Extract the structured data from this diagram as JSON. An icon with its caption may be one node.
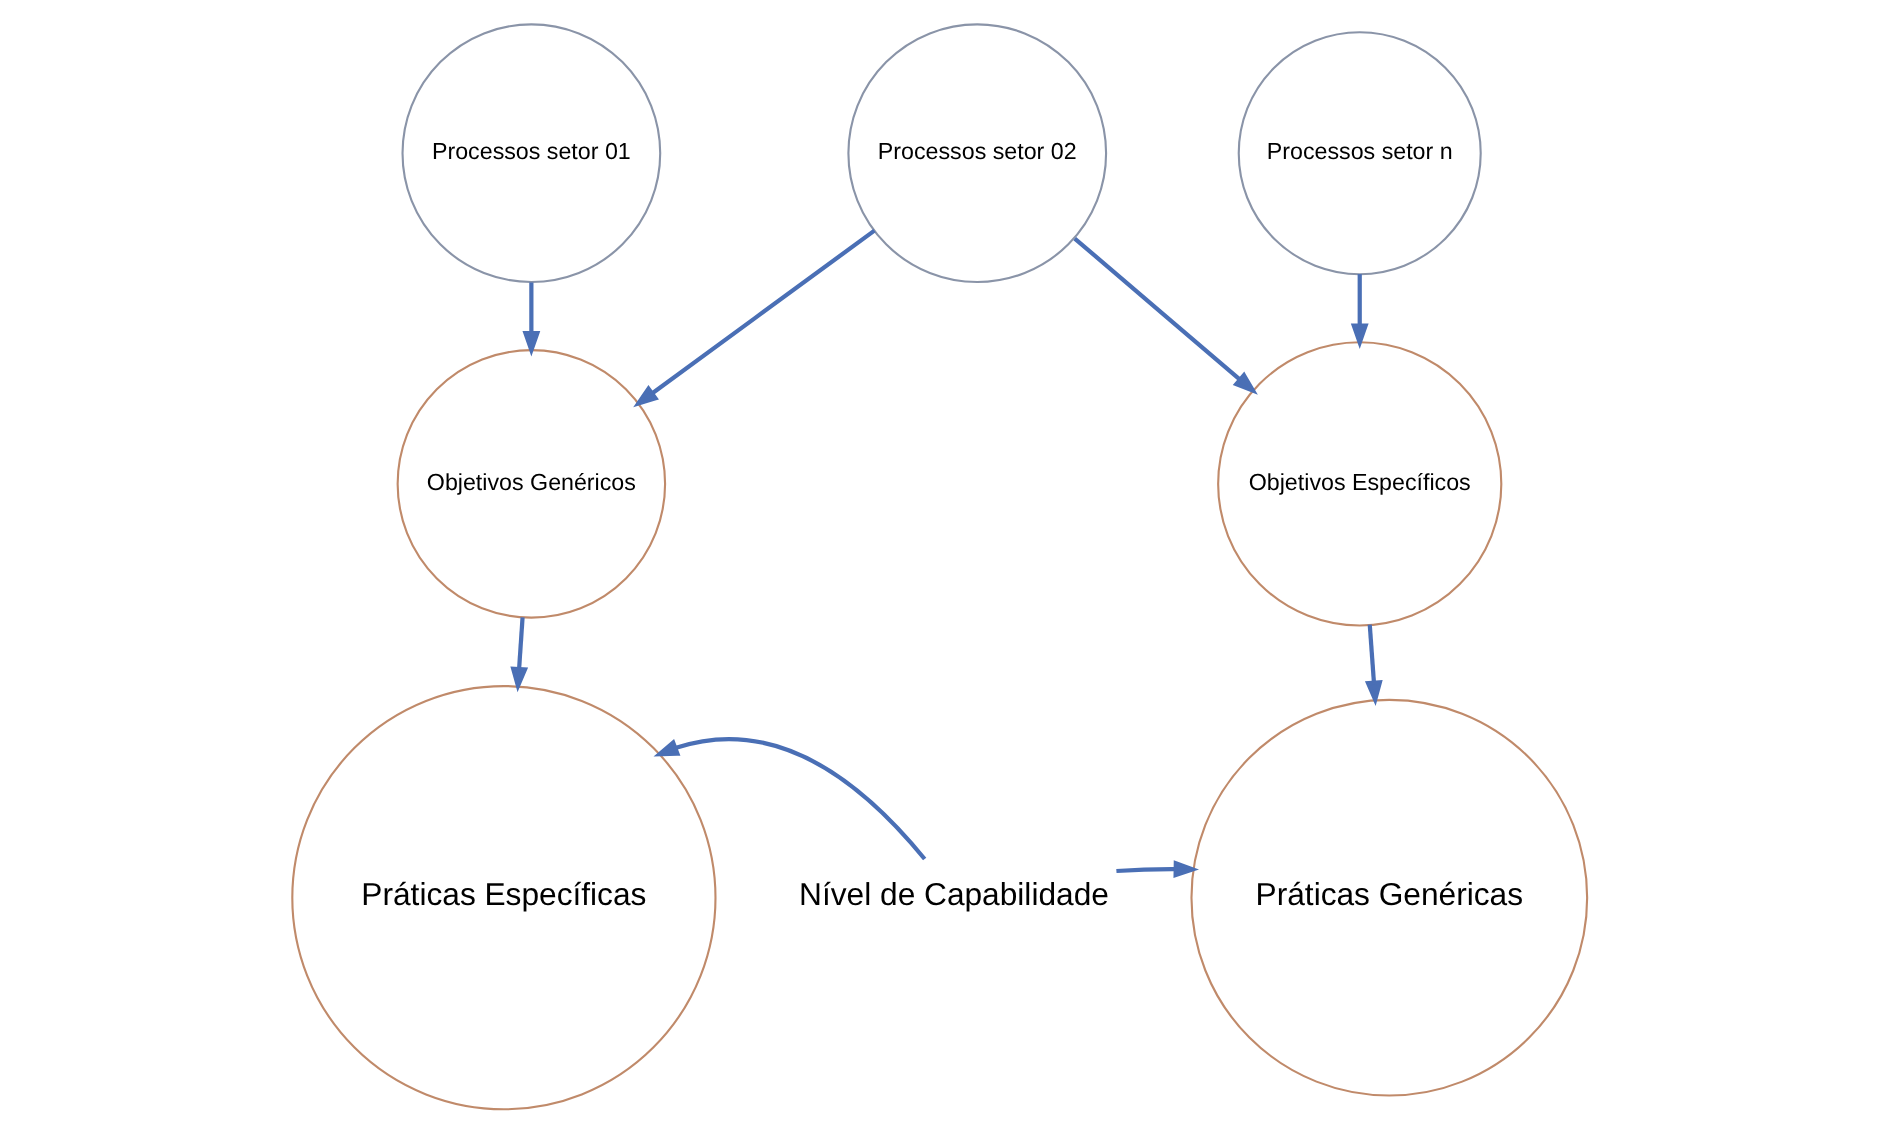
{
  "diagram": {
    "nodes": [
      {
        "text": [
          "Processos setor 01"
        ]
      },
      {
        "text": [
          "Processos setor 02"
        ]
      },
      {
        "text": [
          "Processos setor n"
        ]
      },
      {
        "text": [
          "Objetivos Genéricos"
        ]
      },
      {
        "text": [
          "Objetivos Específicos"
        ]
      },
      {
        "text": [
          "Práticas Específicas"
        ]
      },
      {
        "text": [
          "Nível de Capabilidade"
        ]
      },
      {
        "text": [
          "Práticas Genéricas"
        ]
      }
    ],
    "edges": [
      {
        "from": 0,
        "to": 3,
        "arrow": "to"
      },
      {
        "from": 1,
        "to": 3,
        "arrow": "to"
      },
      {
        "from": 1,
        "to": 4,
        "arrow": "to"
      },
      {
        "from": 2,
        "to": 4,
        "arrow": "to"
      },
      {
        "from": 3,
        "to": 5,
        "arrow": "to"
      },
      {
        "from": 4,
        "to": 7,
        "arrow": "to"
      },
      {
        "from": 6,
        "to": 5,
        "arrow": "to"
      },
      {
        "from": 6,
        "to": 7,
        "arrow": "to"
      }
    ]
  }
}
